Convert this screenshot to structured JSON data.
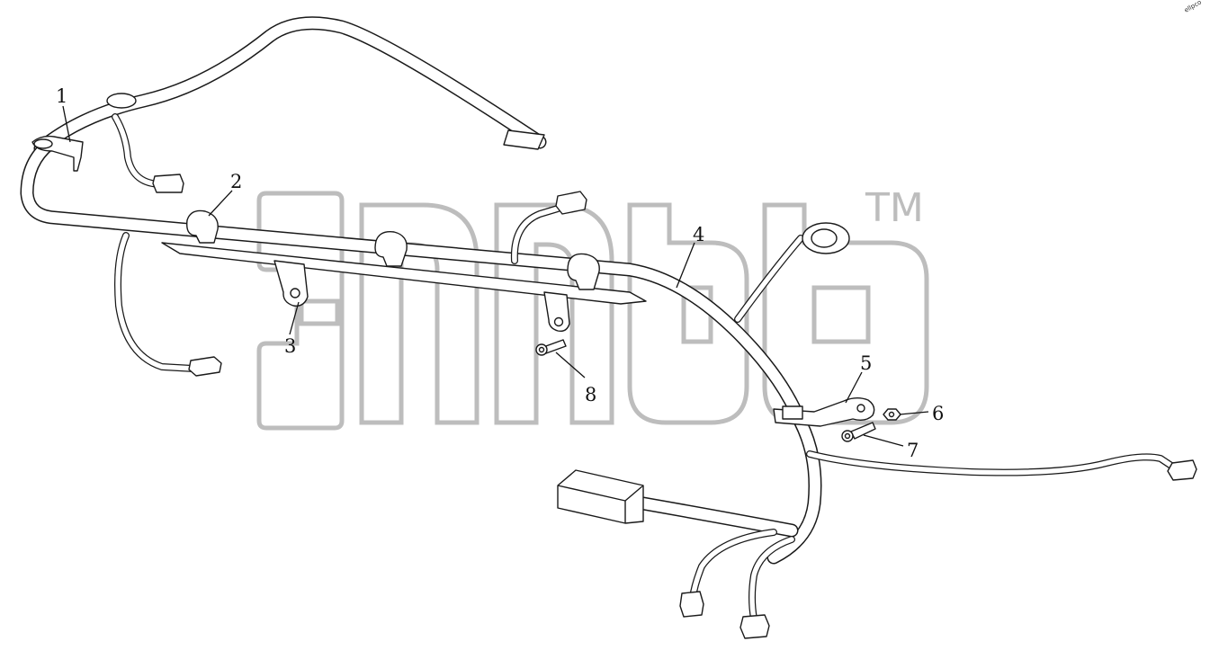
{
  "diagram": {
    "callouts": [
      {
        "id": "1",
        "label": "1"
      },
      {
        "id": "2",
        "label": "2"
      },
      {
        "id": "3",
        "label": "3"
      },
      {
        "id": "4",
        "label": "4"
      },
      {
        "id": "5",
        "label": "5"
      },
      {
        "id": "6",
        "label": "6"
      },
      {
        "id": "7",
        "label": "7"
      },
      {
        "id": "8",
        "label": "8"
      }
    ],
    "watermark": {
      "trademark": "TM"
    },
    "corner_mark": "ellpco"
  }
}
